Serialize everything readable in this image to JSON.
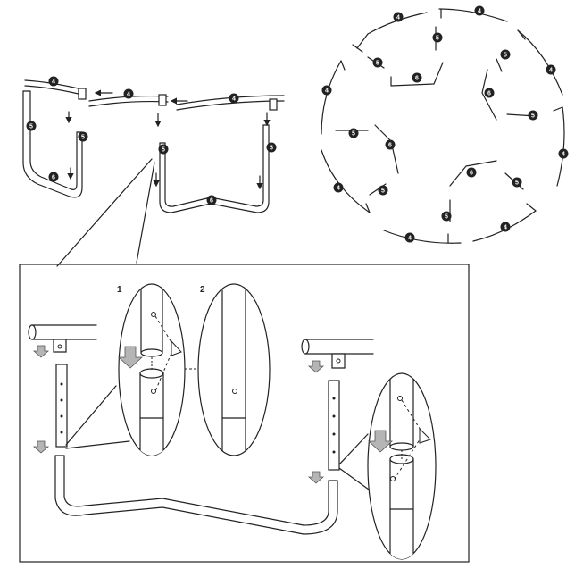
{
  "parts": {
    "top_rail": "4",
    "leg": "5",
    "u_base": "6"
  },
  "steps": [
    "1",
    "2"
  ],
  "colors": {
    "line": "#222222",
    "arrow_fill": "#b5b5b5",
    "badge": "#222222"
  }
}
